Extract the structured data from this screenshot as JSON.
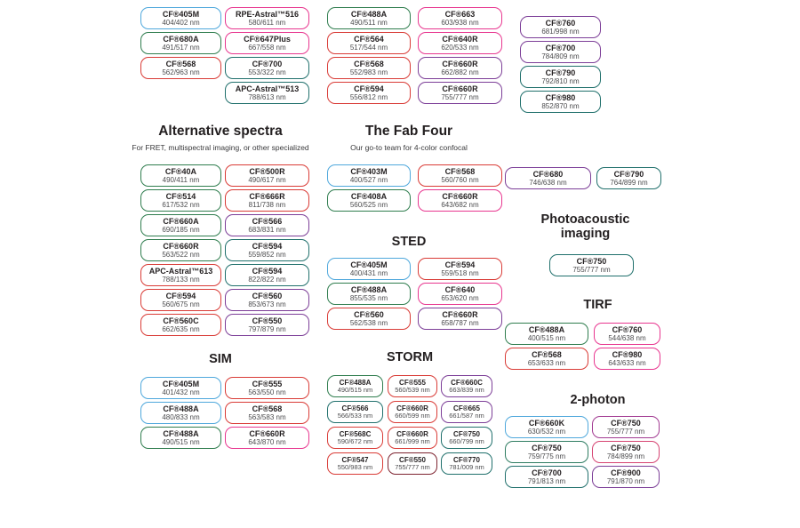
{
  "palette": {
    "blue": "#4FA8DC",
    "green": "#2F7D4E",
    "red": "#D93B36",
    "pink": "#E8368F",
    "teal": "#20706C",
    "purple": "#7C3E97",
    "maroon": "#7E2430",
    "magenta": "#A23B92",
    "tealGreen": "#2F7D62",
    "crimson": "#D64472"
  },
  "top": {
    "cols": [
      [
        {
          "name": "CF®405M",
          "value": "404/402 nm",
          "color": "blue"
        },
        {
          "name": "CF®680A",
          "value": "491/517 nm",
          "color": "green"
        },
        {
          "name": "CF®568",
          "value": "562/963 nm",
          "color": "red"
        }
      ],
      [
        {
          "name": "RPE-Astral™516",
          "value": "580/611 nm",
          "color": "pink"
        },
        {
          "name": "CF®647Plus",
          "value": "667/558 nm",
          "color": "pink"
        },
        {
          "name": "CF®700",
          "value": "553/322 nm",
          "color": "teal"
        },
        {
          "name": "APC-Astral™513",
          "value": "788/613 nm",
          "color": "teal"
        }
      ],
      [
        {
          "name": "CF®488A",
          "value": "490/511 nm",
          "color": "green"
        },
        {
          "name": "CF®564",
          "value": "517/544 nm",
          "color": "red"
        },
        {
          "name": "CF®568",
          "value": "552/983 nm",
          "color": "red"
        },
        {
          "name": "CF®594",
          "value": "556/812 nm",
          "color": "red"
        }
      ],
      [
        {
          "name": "CF®663",
          "value": "603/938 nm",
          "color": "pink"
        },
        {
          "name": "CF®640R",
          "value": "620/533 nm",
          "color": "pink"
        },
        {
          "name": "CF®660R",
          "value": "662/882 nm",
          "color": "purple"
        },
        {
          "name": "CF®660R",
          "value": "755/777 nm",
          "color": "purple"
        }
      ],
      [
        {
          "name": "CF®760",
          "value": "681/998 nm",
          "color": "purple"
        },
        {
          "name": "CF®700",
          "value": "784/809 nm",
          "color": "purple"
        },
        {
          "name": "CF®790",
          "value": "792/810 nm",
          "color": "teal"
        },
        {
          "name": "CF®980",
          "value": "852/870 nm",
          "color": "teal"
        }
      ]
    ]
  },
  "sections": {
    "alt": {
      "title": "Alternative spectra",
      "subtitle": "For FRET, multispectral imaging, or other specialized",
      "cols": [
        [
          {
            "name": "CF®40A",
            "value": "490/411 nm",
            "color": "green"
          },
          {
            "name": "CF®514",
            "value": "617/532 nm",
            "color": "green"
          },
          {
            "name": "CF®660A",
            "value": "690/185 nm",
            "color": "green"
          },
          {
            "name": "CF®660R",
            "value": "563/522 nm",
            "color": "green"
          },
          {
            "name": "APC-Astral™613",
            "value": "788/133 nm",
            "color": "red"
          },
          {
            "name": "CF®594",
            "value": "560/675 nm",
            "color": "red"
          },
          {
            "name": "CF®560C",
            "value": "662/635 nm",
            "color": "red"
          }
        ],
        [
          {
            "name": "CF®500R",
            "value": "490/617 nm",
            "color": "red"
          },
          {
            "name": "CF®666R",
            "value": "811/738 nm",
            "color": "red"
          },
          {
            "name": "CF®566",
            "value": "683/831 nm",
            "color": "purple"
          },
          {
            "name": "CF®594",
            "value": "559/852 nm",
            "color": "teal"
          },
          {
            "name": "CF®594",
            "value": "822/822 nm",
            "color": "teal"
          },
          {
            "name": "CF®560",
            "value": "853/673 nm",
            "color": "purple"
          },
          {
            "name": "CF®550",
            "value": "797/879 nm",
            "color": "purple"
          }
        ]
      ]
    },
    "fab": {
      "title": "The Fab Four",
      "subtitle": "Our go-to team for 4-color confocal",
      "cols": [
        [
          {
            "name": "CF®403M",
            "value": "400/527 nm",
            "color": "blue"
          },
          {
            "name": "CF®408A",
            "value": "560/525 nm",
            "color": "green"
          }
        ],
        [
          {
            "name": "CF®568",
            "value": "560/760 nm",
            "color": "red"
          },
          {
            "name": "CF®660R",
            "value": "643/682 nm",
            "color": "pink"
          }
        ]
      ]
    },
    "sted": {
      "title": "STED",
      "cols": [
        [
          {
            "name": "CF®405M",
            "value": "400/431 nm",
            "color": "blue"
          },
          {
            "name": "CF®488A",
            "value": "855/535 nm",
            "color": "green"
          },
          {
            "name": "CF®560",
            "value": "562/538 nm",
            "color": "red"
          }
        ],
        [
          {
            "name": "CF®594",
            "value": "559/518 nm",
            "color": "red"
          },
          {
            "name": "CF®640",
            "value": "653/620 nm",
            "color": "pink"
          },
          {
            "name": "CF®660R",
            "value": "658/787 nm",
            "color": "purple"
          }
        ]
      ]
    },
    "sim": {
      "title": "SIM",
      "cols": [
        [
          {
            "name": "CF®405M",
            "value": "401/432 nm",
            "color": "blue"
          },
          {
            "name": "CF®488A",
            "value": "480/833 nm",
            "color": "blue"
          },
          {
            "name": "CF®488A",
            "value": "490/515 nm",
            "color": "green"
          }
        ],
        [
          {
            "name": "CF®555",
            "value": "563/550 nm",
            "color": "red"
          },
          {
            "name": "CF®568",
            "value": "563/583 nm",
            "color": "red"
          },
          {
            "name": "CF®660R",
            "value": "643/870 nm",
            "color": "pink"
          }
        ]
      ]
    },
    "storm": {
      "title": "STORM",
      "cols": [
        [
          {
            "name": "CF®488A",
            "value": "490/515 nm",
            "color": "green"
          },
          {
            "name": "CF®566",
            "value": "566/533 nm",
            "color": "teal"
          },
          {
            "name": "CF®568C",
            "value": "590/672 nm",
            "color": "red"
          },
          {
            "name": "CF®547",
            "value": "550/983 nm",
            "color": "red"
          }
        ],
        [
          {
            "name": "CF®555",
            "value": "560/539 nm",
            "color": "red"
          },
          {
            "name": "CF®660R",
            "value": "660/599 nm",
            "color": "red"
          },
          {
            "name": "CF®660R",
            "value": "661/999 nm",
            "color": "red"
          },
          {
            "name": "CF®550",
            "value": "755/777 nm",
            "color": "maroon"
          }
        ],
        [
          {
            "name": "CF®660C",
            "value": "663/839 nm",
            "color": "purple"
          },
          {
            "name": "CF®665",
            "value": "661/587 nm",
            "color": "purple"
          },
          {
            "name": "CF®750",
            "value": "660/799 nm",
            "color": "teal"
          },
          {
            "name": "CF®770",
            "value": "781/009 nm",
            "color": "teal"
          }
        ]
      ]
    },
    "pa": {
      "title": "Photoacoustic imaging",
      "items": [
        {
          "name": "CF®750",
          "value": "755/777 nm",
          "color": "teal"
        }
      ]
    },
    "misc": {
      "items": [
        {
          "name": "CF®680",
          "value": "746/638 nm",
          "color": "purple"
        },
        {
          "name": "CF®790",
          "value": "764/899 nm",
          "color": "teal"
        }
      ]
    },
    "tirf": {
      "title": "TIRF",
      "cols": [
        [
          {
            "name": "CF®488A",
            "value": "400/515 nm",
            "color": "green"
          },
          {
            "name": "CF®568",
            "value": "653/633 nm",
            "color": "red"
          }
        ],
        [
          {
            "name": "CF®760",
            "value": "544/638 nm",
            "color": "pink"
          },
          {
            "name": "CF®980",
            "value": "643/633 nm",
            "color": "pink"
          }
        ]
      ]
    },
    "photon2": {
      "title": "2-photon",
      "cols": [
        [
          {
            "name": "CF®660K",
            "value": "630/532 nm",
            "color": "blue"
          },
          {
            "name": "CF®750",
            "value": "759/775 nm",
            "color": "tealGreen"
          },
          {
            "name": "CF®700",
            "value": "791/813 nm",
            "color": "teal"
          }
        ],
        [
          {
            "name": "CF®750",
            "value": "755/777 nm",
            "color": "magenta"
          },
          {
            "name": "CF®750",
            "value": "784/899 nm",
            "color": "crimson"
          },
          {
            "name": "CF®900",
            "value": "791/870 nm",
            "color": "purple"
          }
        ]
      ]
    }
  }
}
